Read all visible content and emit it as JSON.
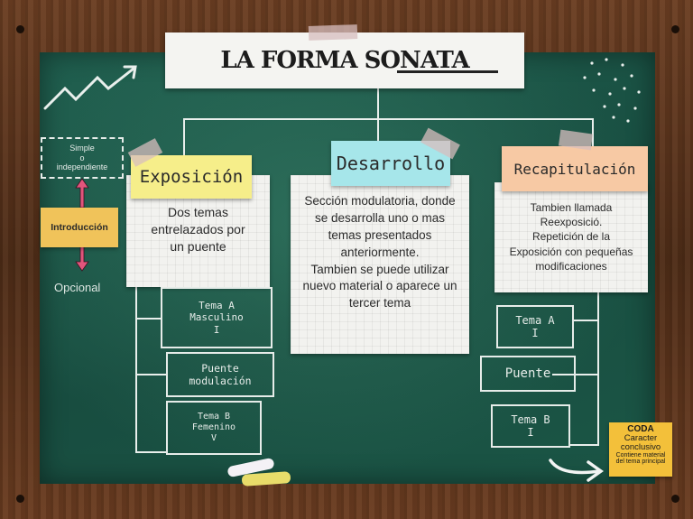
{
  "title": "LA FORMA SONATA",
  "left": {
    "simple_line1": "Simple",
    "simple_line2": "o",
    "simple_line3": "independiente",
    "intro": "Introducción",
    "optional": "Opcional"
  },
  "exposicion": {
    "label": "Exposición",
    "desc_lines": [
      "Dos temas",
      "entrelazados por",
      "un puente"
    ],
    "tema_a": [
      "Tema A",
      "Masculino",
      "I"
    ],
    "puente": [
      "Puente",
      "modulación"
    ],
    "tema_b": [
      "Tema B",
      "Femenino",
      "V"
    ]
  },
  "desarrollo": {
    "label": "Desarrollo",
    "desc_lines": [
      "Sección modulatoria, donde",
      "se desarrolla uno o mas",
      "temas presentados",
      "anteriormente.",
      "Tambien se puede utilizar",
      "nuevo material o aparece un",
      "tercer tema"
    ]
  },
  "recapitulacion": {
    "label": "Recapitulación",
    "desc_lines": [
      "Tambien llamada",
      "Reexposició.",
      "Repetición de la",
      "Exposición con pequeñas",
      "modificaciones"
    ],
    "tema_a": [
      "Tema A",
      "I"
    ],
    "puente": [
      "Puente"
    ],
    "tema_b": [
      "Tema B",
      "I"
    ]
  },
  "coda": {
    "title": "CODA",
    "line1": "Caracter",
    "line2": "conclusivo",
    "line3": "Contiene material",
    "line4": "del tema principal"
  },
  "colors": {
    "board": "#1b5646",
    "exposicion_label": "#f6ee8a",
    "desarrollo_label": "#a6e6ea",
    "recapitulacion_label": "#f7c9a4",
    "intro": "#f0c35a",
    "arrow": "#e2557c",
    "coda": "#f3c03a"
  }
}
